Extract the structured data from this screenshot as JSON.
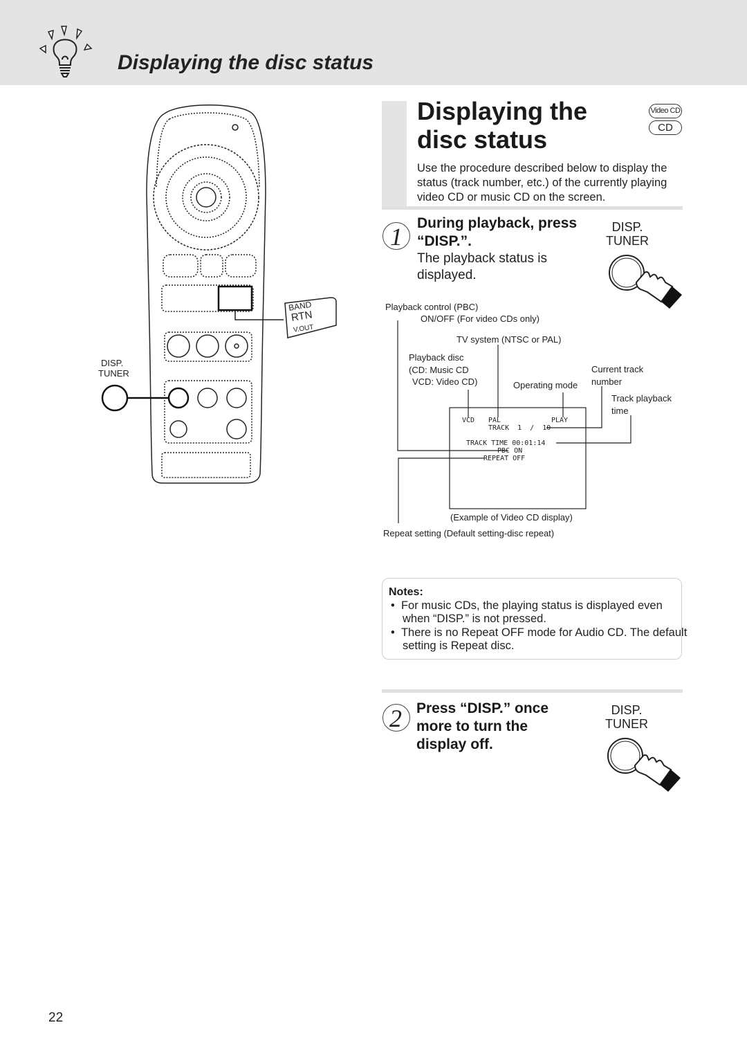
{
  "header": {
    "title": "Displaying the disc status",
    "icon": "lightbulb-icon"
  },
  "section": {
    "title_line1": "Displaying the",
    "title_line2": "disc status",
    "badges": [
      "Video CD",
      "CD"
    ],
    "intro": "Use the procedure described below to display the status (track number, etc.) of the currently playing video CD or music CD on the screen."
  },
  "step1": {
    "number": "1",
    "heading_line1": "During playback, press",
    "heading_line2": "“DISP.”.",
    "body_line1": "The playback status is",
    "body_line2": "displayed.",
    "button_line1": "DISP.",
    "button_line2": "TUNER"
  },
  "diagram": {
    "labels": {
      "pbc": "Playback control (PBC)",
      "pbc_onoff": "ON/OFF (For video CDs only)",
      "tv_system": "TV system (NTSC or PAL)",
      "disc": "Playback disc",
      "disc_cd": "(CD: Music CD",
      "disc_vcd": "VCD: Video CD)",
      "operating_mode": "Operating mode",
      "current_track_1": "Current track",
      "current_track_2": "number",
      "track_time_1": "Track playback",
      "track_time_2": "time",
      "example": "(Example of Video CD display)",
      "repeat": "Repeat setting (Default setting-disc repeat)"
    },
    "screen": {
      "disc": "VCD",
      "tv": "PAL",
      "mode": "PLAY",
      "track": "TRACK  1  /  10",
      "time": "TRACK TIME 00:01:14",
      "pbc": "PBC ON",
      "repeat": "REPEAT OFF"
    }
  },
  "remote": {
    "band": "BAND",
    "rtn": "RTN",
    "vout": "V.OUT",
    "disp": "DISP.",
    "tuner": "TUNER"
  },
  "notes": {
    "title": "Notes:",
    "items": [
      "For music CDs, the playing status is displayed even when “DISP.” is not pressed.",
      "There is no Repeat OFF mode for Audio CD. The default setting is Repeat disc."
    ]
  },
  "step2": {
    "number": "2",
    "heading_line1": "Press “DISP.” once",
    "heading_line2": "more to turn the",
    "heading_line3": "display off.",
    "button_line1": "DISP.",
    "button_line2": "TUNER"
  },
  "page_number": "22"
}
